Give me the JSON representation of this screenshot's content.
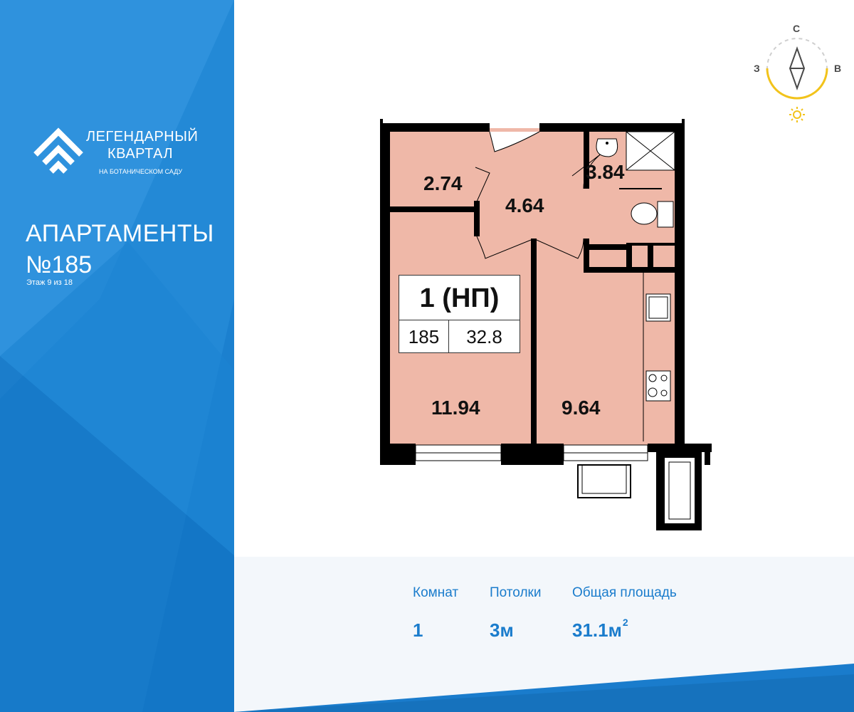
{
  "brand": {
    "name_line1": "ЛЕГЕНДАРНЫЙ",
    "name_line2": "КВАРТАЛ",
    "tagline": "НА БОТАНИЧЕСКОМ САДУ"
  },
  "apartment": {
    "title": "АПАРТАМЕНТЫ",
    "number": "№185",
    "floor": "Этаж 9 из 18"
  },
  "compass": {
    "north": "С",
    "west": "З",
    "east": "В",
    "sun_icon": "sun-icon"
  },
  "plan": {
    "rooms": [
      {
        "id": "storage",
        "area": "2.74"
      },
      {
        "id": "hall",
        "area": "4.64"
      },
      {
        "id": "bathroom",
        "area": "3.84"
      },
      {
        "id": "living",
        "area": "11.94"
      },
      {
        "id": "kitchen",
        "area": "9.64"
      }
    ],
    "card": {
      "type": "1 (НП)",
      "number": "185",
      "area": "32.8"
    }
  },
  "stats": {
    "rooms_label": "Комнат",
    "rooms_value": "1",
    "ceiling_label": "Потолки",
    "ceiling_value": "3м",
    "area_label": "Общая площадь",
    "area_value": "31.1м",
    "area_unit_sup": "2"
  },
  "colors": {
    "sidebar": "#1a7ccc",
    "room_fill": "#efb8a8",
    "accent_text": "#1a7ccc",
    "sun": "#f2c31b"
  }
}
